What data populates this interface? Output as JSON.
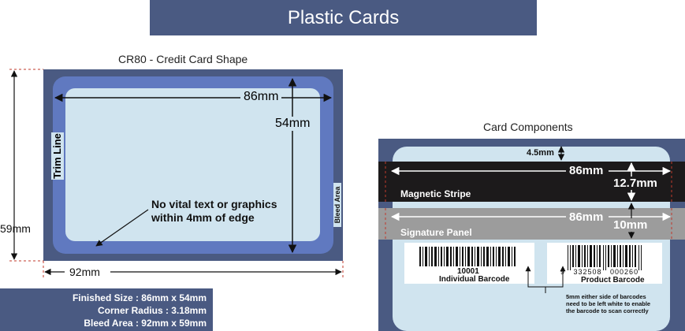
{
  "banner": {
    "title": "Plastic Cards"
  },
  "left_card": {
    "caption": "CR80 - Credit Card Shape",
    "width_label": "86mm",
    "height_label": "54mm",
    "trim_label": "Trim Line",
    "bleed_label": "Bleed Area",
    "note_line1": "No vital text or graphics",
    "note_line2": "within 4mm of edge",
    "outer_height_label": "59mm",
    "outer_width_label": "92mm",
    "colors": {
      "bleed": "#4a5a82",
      "card": "#6079c0",
      "safe": "#d0e4ef"
    }
  },
  "info": {
    "line1": "Finished Size : 86mm x 54mm",
    "line2": "Corner Radius : 3.18mm",
    "line3": "Bleed Area : 92mm x 59mm"
  },
  "components": {
    "caption": "Card Components",
    "top_margin_label": "4.5mm",
    "mag_width_label": "86mm",
    "mag_height_label": "12.7mm",
    "mag_label": "Magnetic Stripe",
    "sig_width_label": "86mm",
    "sig_height_label": "10mm",
    "sig_label": "Signature Panel",
    "barcode1_number": "10001",
    "barcode1_label": "Individual Barcode",
    "barcode2_digits": "9   332508   000260",
    "barcode2_label": "Product Barcode",
    "note_line1": "5mm either side of barcodes",
    "note_line2": "need to be left white to enable",
    "note_line3": "the barcode to scan correctly"
  }
}
